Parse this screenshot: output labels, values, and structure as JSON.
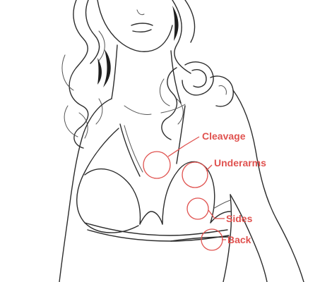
{
  "colors": {
    "accent": "#e0524f",
    "line": "#2c2c2c",
    "background": "#ffffff"
  },
  "callouts": [
    {
      "id": "cleavage",
      "label": "Cleavage"
    },
    {
      "id": "underarms",
      "label": "Underarms"
    },
    {
      "id": "sides",
      "label": "Sides"
    },
    {
      "id": "back",
      "label": "Back"
    }
  ]
}
